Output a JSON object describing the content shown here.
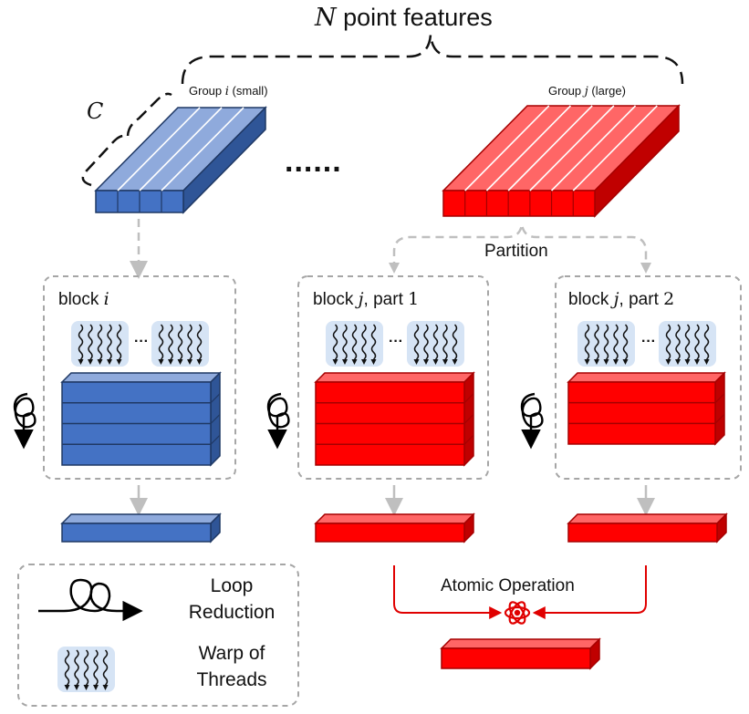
{
  "title": {
    "prefix": "N",
    "text": " point features"
  },
  "channel_label": "C",
  "ellipsis": "......",
  "groups": [
    {
      "id": "group-i",
      "name": "Group ",
      "var": "i",
      "suffix": " (small)"
    },
    {
      "id": "group-j",
      "name": "Group ",
      "var": "j",
      "suffix": " (large)"
    }
  ],
  "partition_label": "Partition",
  "blocks": [
    {
      "prefix": "block ",
      "var": "i",
      "suffix": ""
    },
    {
      "prefix": "block ",
      "var": "j",
      "suffix": ", part ",
      "part": "1"
    },
    {
      "prefix": "block ",
      "var": "j",
      "suffix": ", part ",
      "part": "2"
    }
  ],
  "warp_ellipsis": "···",
  "atomic_label": "Atomic Operation",
  "legend": {
    "loop_line1": "Loop",
    "loop_line2": "Reduction",
    "warp_line1": "Warp of",
    "warp_line2": "Threads"
  },
  "colors": {
    "blue_front": "#4472C4",
    "blue_top": "#8FAADC",
    "blue_side": "#2F5597",
    "blue_edge": "#1F3864",
    "red_front": "#FF0000",
    "red_top": "#FF6666",
    "red_side": "#C00000",
    "red_edge": "#A50000",
    "gray_dash": "#BFBFBF",
    "warp_bg": "#D6E4F5"
  }
}
